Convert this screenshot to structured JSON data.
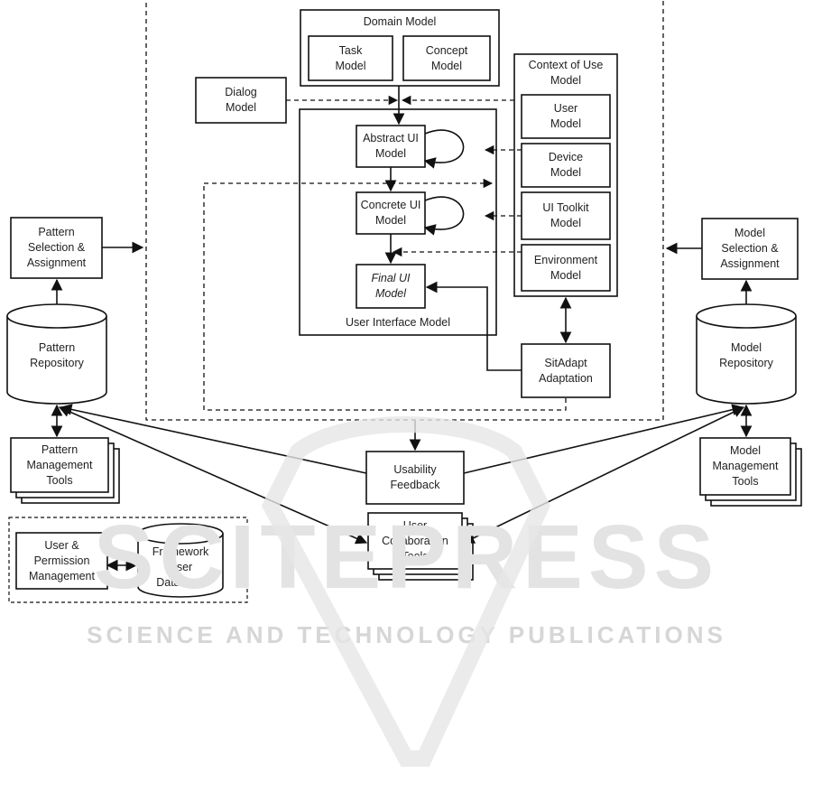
{
  "diagram": {
    "domain_model": {
      "title": "Domain Model",
      "task_model": [
        "Task",
        "Model"
      ],
      "concept_model": [
        "Concept",
        "Model"
      ]
    },
    "dialog_model": [
      "Dialog",
      "Model"
    ],
    "user_interface_model": {
      "title": "User Interface Model",
      "abstract_ui": [
        "Abstract UI",
        "Model"
      ],
      "concrete_ui": [
        "Concrete UI",
        "Model"
      ],
      "final_ui": [
        "Final UI",
        "Model"
      ]
    },
    "context_of_use": {
      "title": [
        "Context of Use",
        "Model"
      ],
      "user_model": [
        "User",
        "Model"
      ],
      "device_model": [
        "Device",
        "Model"
      ],
      "ui_toolkit_model": [
        "UI Toolkit",
        "Model"
      ],
      "environment_model": [
        "Environment",
        "Model"
      ]
    },
    "sitadapt": [
      "SitAdapt",
      "Adaptation"
    ],
    "pattern_selection": [
      "Pattern",
      "Selection &",
      "Assignment"
    ],
    "pattern_repository": [
      "Pattern",
      "Repository"
    ],
    "pattern_tools": [
      "Pattern",
      "Management",
      "Tools"
    ],
    "model_selection": [
      "Model",
      "Selection &",
      "Assignment"
    ],
    "model_repository": [
      "Model",
      "Repository"
    ],
    "model_tools": [
      "Model",
      "Management",
      "Tools"
    ],
    "usability_feedback": [
      "Usability",
      "Feedback"
    ],
    "user_collaboration": [
      "User",
      "Collaboration",
      "Tools"
    ],
    "user_permission": [
      "User &",
      "Permission",
      "Management"
    ],
    "framework_db": [
      "Framework",
      "User",
      "Database"
    ]
  },
  "watermark": {
    "big": "SCITEPRESS",
    "small": "SCIENCE AND TECHNOLOGY PUBLICATIONS"
  }
}
